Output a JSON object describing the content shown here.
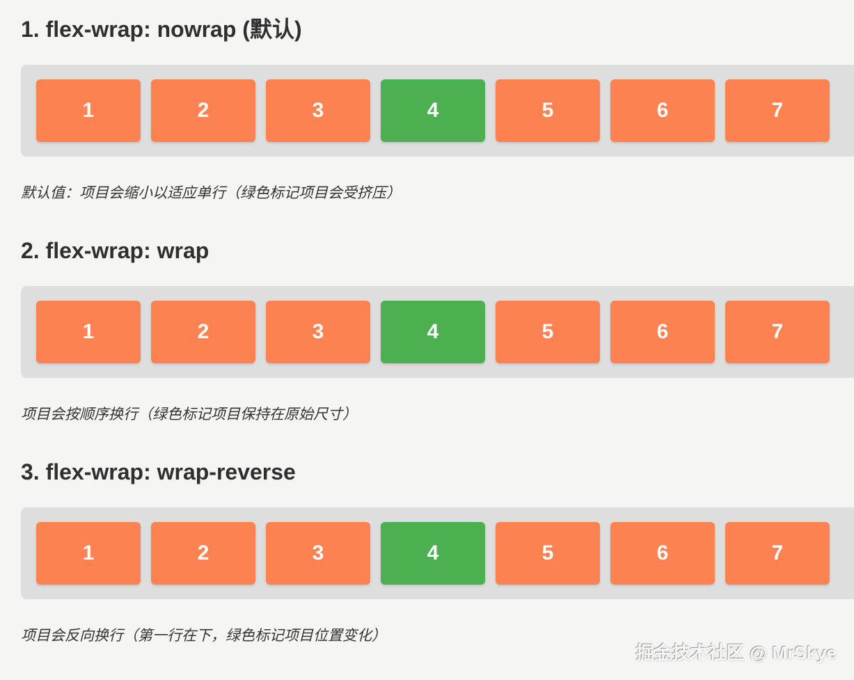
{
  "page": {
    "background_color": "#f5f5f4",
    "container_color": "#dedede",
    "item_color_orange": "#fc8252",
    "item_color_green": "#4caf50",
    "title_color": "#2f2f2f"
  },
  "sections": [
    {
      "title": "1. flex-wrap: nowrap (默认)",
      "flex_wrap": "nowrap",
      "items": [
        "1",
        "2",
        "3",
        "4",
        "5",
        "6",
        "7"
      ],
      "highlight_index": 3,
      "note": "默认值：项目会缩小以适应单行（绿色标记项目会受挤压）"
    },
    {
      "title": "2. flex-wrap: wrap",
      "flex_wrap": "wrap",
      "items": [
        "1",
        "2",
        "3",
        "4",
        "5",
        "6",
        "7"
      ],
      "highlight_index": 3,
      "note": "项目会按顺序换行（绿色标记项目保持在原始尺寸）"
    },
    {
      "title": "3. flex-wrap: wrap-reverse",
      "flex_wrap": "wrap-reverse",
      "items": [
        "1",
        "2",
        "3",
        "4",
        "5",
        "6",
        "7"
      ],
      "highlight_index": 3,
      "note": "项目会反向换行（第一行在下，绿色标记项目位置变化）"
    }
  ],
  "watermark": "掘金技术社区 @ MrSkye"
}
